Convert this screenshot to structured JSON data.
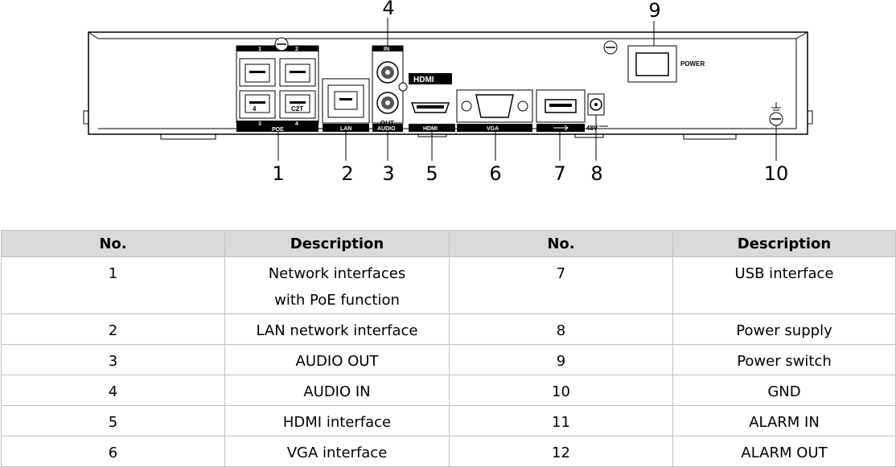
{
  "panel_labels": {
    "poe": "POE",
    "lan": "LAN",
    "audio": "AUDIO",
    "audio_in": "IN",
    "audio_out": "OUT",
    "hdmi_logo": "HDMI",
    "hdmi": "HDMI",
    "vga": "VGA",
    "power": "POWER",
    "dc_rating": "48V",
    "poe_port_1": "1",
    "poe_port_2": "2",
    "poe_port_3": "3",
    "poe_port_4": "4",
    "poe_port_4_inner": "4",
    "poe_port_c2t": "C2T"
  },
  "callouts": [
    "1",
    "2",
    "3",
    "4",
    "5",
    "6",
    "7",
    "8",
    "9",
    "10"
  ],
  "table": {
    "headers": [
      "No.",
      "Description",
      "No.",
      "Description"
    ],
    "rows": [
      {
        "no_a": "1",
        "desc_a": "Network interfaces with PoE function",
        "no_b": "7",
        "desc_b": "USB interface"
      },
      {
        "no_a": "2",
        "desc_a": "LAN network interface",
        "no_b": "8",
        "desc_b": "Power supply"
      },
      {
        "no_a": "3",
        "desc_a": "AUDIO OUT",
        "no_b": "9",
        "desc_b": "Power switch"
      },
      {
        "no_a": "4",
        "desc_a": "AUDIO IN",
        "no_b": "10",
        "desc_b": "GND"
      },
      {
        "no_a": "5",
        "desc_a": "HDMI interface",
        "no_b": "11",
        "desc_b": "ALARM IN"
      },
      {
        "no_a": "6",
        "desc_a": "VGA interface",
        "no_b": "12",
        "desc_b": "ALARM OUT"
      }
    ]
  }
}
